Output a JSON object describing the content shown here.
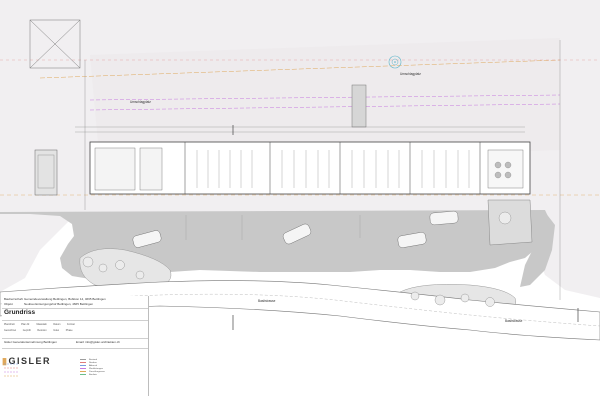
{
  "plan": {
    "labels": {
      "area_top_left": "Umschlagplatz",
      "area_top_right": "Umschlagplatz",
      "road": "Basitstrasse",
      "road_right": "Basitstrasse"
    }
  },
  "titleblock": {
    "header_line1_key": "Bauherrschaft",
    "header_line1_val": "Gemeindeverwaltung Bettlingen, Bubikon 14, 4665 Bettlingen",
    "header_line2_key": "Objekt",
    "header_line2_val": "Neubau Entsorgungshof Bettlingen, 4665 Bettlingen",
    "title": "Grundriss",
    "meta_row1": [
      "Planinhalt",
      "Plan-Nr.",
      "Massstab",
      "Datum",
      "Format"
    ],
    "meta_row2": [
      "Gezeichnet",
      "Geprüft",
      "Revision",
      "Index",
      "Phase"
    ],
    "address_line": "Gisler Generalunternehmung Bettlingen",
    "contact_line": "Email: info@gisler-architekten.ch",
    "company": "GISLER",
    "legend": [
      {
        "label": "Bestand",
        "color": "#9e9e9e"
      },
      {
        "label": "Neubau",
        "color": "#e07b7b"
      },
      {
        "label": "Abbruch",
        "color": "#7b9ee0"
      },
      {
        "label": "Werkleitungen",
        "color": "#c77be0"
      },
      {
        "label": "Parzellengrenze",
        "color": "#e0a85a"
      },
      {
        "label": "Baulinie",
        "color": "#6bbf8a"
      }
    ]
  }
}
